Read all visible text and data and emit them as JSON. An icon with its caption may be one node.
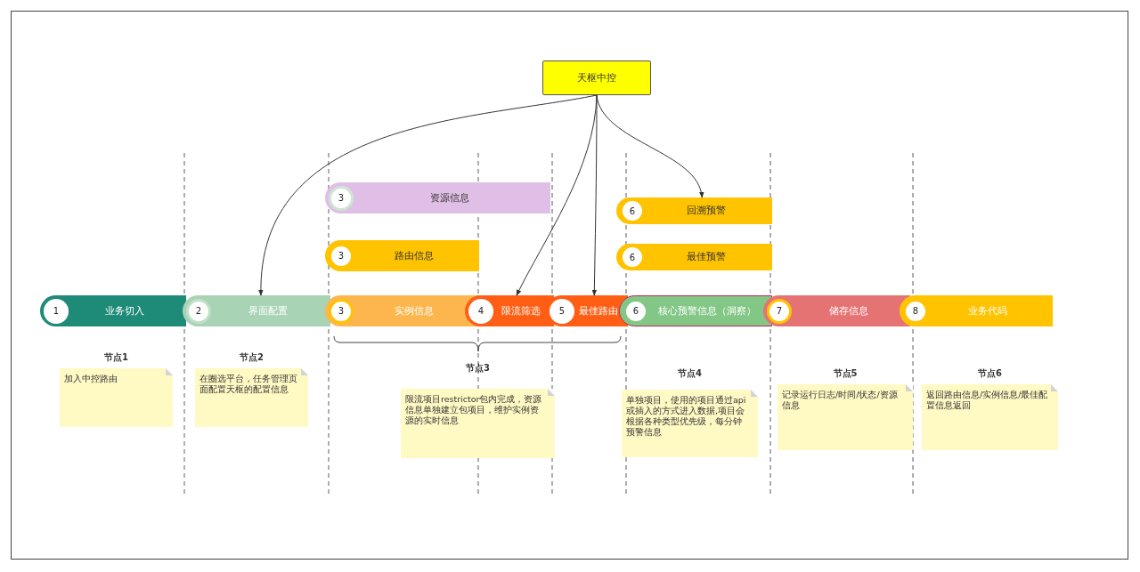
{
  "diagram": {
    "nodes": [
      {
        "text": [
          "天枢中控"
        ]
      },
      {
        "text": [
          "3",
          "资源信息"
        ]
      },
      {
        "text": [
          "3",
          "路由信息"
        ]
      },
      {
        "text": [
          "6",
          "回溯预警"
        ]
      },
      {
        "text": [
          "6",
          "最佳预警"
        ]
      },
      {
        "text": [
          "1",
          "业务切入"
        ]
      },
      {
        "text": [
          "2",
          "界面配置"
        ]
      },
      {
        "text": [
          "3",
          "实例信息"
        ]
      },
      {
        "text": [
          "4",
          "限流筛选"
        ]
      },
      {
        "text": [
          "5",
          "最佳路由"
        ]
      },
      {
        "text": [
          "6",
          "核心预警信息（洞察）"
        ]
      },
      {
        "text": [
          "7",
          "储存信息"
        ]
      },
      {
        "text": [
          "8",
          "业务代码"
        ]
      },
      {
        "text": [
          "节点1",
          "加入中控路由"
        ]
      },
      {
        "text": [
          "节点2",
          "在圈选平台，任务管理页面配置天枢的配置信息"
        ]
      },
      {
        "text": [
          "节点3",
          "限流项目restrictor包内完成，资源信息单独建立包项目，维护实例资源的实时信息"
        ]
      },
      {
        "text": [
          "节点4",
          "单独项目，使用的项目通过api或插入的方式进入数据,项目会根据各种类型优先级，每分钟预警信息"
        ]
      },
      {
        "text": [
          "节点5",
          "记录运行日志/时间/状态/资源信息"
        ]
      },
      {
        "text": [
          "节点6",
          "返回路由信息/实例信息/最佳配置信息返回"
        ]
      }
    ],
    "edges": [
      {
        "from": 0,
        "to": 6,
        "arrow": "to"
      },
      {
        "from": 0,
        "to": 8,
        "arrow": "to"
      },
      {
        "from": 0,
        "to": 9,
        "arrow": "to"
      },
      {
        "from": 0,
        "to": 3,
        "arrow": "to"
      }
    ]
  }
}
